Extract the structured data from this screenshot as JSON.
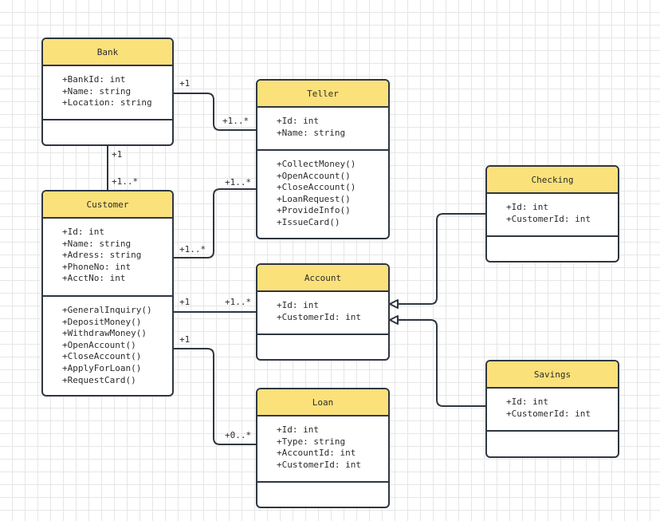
{
  "diagram": {
    "classes": {
      "bank": {
        "name": "Bank",
        "attributes": [
          "+BankId: int",
          "+Name: string",
          "+Location: string"
        ],
        "operations": []
      },
      "teller": {
        "name": "Teller",
        "attributes": [
          "+Id: int",
          "+Name: string"
        ],
        "operations": [
          "+CollectMoney()",
          "+OpenAccount()",
          "+CloseAccount()",
          "+LoanRequest()",
          "+ProvideInfo()",
          "+IssueCard()"
        ]
      },
      "customer": {
        "name": "Customer",
        "attributes": [
          "+Id: int",
          "+Name: string",
          "+Adress: string",
          "+PhoneNo: int",
          "+AcctNo: int"
        ],
        "operations": [
          "+GeneralInquiry()",
          "+DepositMoney()",
          "+WithdrawMoney()",
          "+OpenAccount()",
          "+CloseAccount()",
          "+ApplyForLoan()",
          "+RequestCard()"
        ]
      },
      "checking": {
        "name": "Checking",
        "attributes": [
          "+Id: int",
          "+CustomerId: int"
        ],
        "operations": []
      },
      "account": {
        "name": "Account",
        "attributes": [
          "+Id: int",
          "+CustomerId: int"
        ],
        "operations": []
      },
      "savings": {
        "name": "Savings",
        "attributes": [
          "+Id: int",
          "+CustomerId: int"
        ],
        "operations": []
      },
      "loan": {
        "name": "Loan",
        "attributes": [
          "+Id: int",
          "+Type: string",
          "+AccountId: int",
          "+CustomerId: int"
        ],
        "operations": []
      }
    },
    "multiplicities": {
      "bank_teller_src": "+1",
      "bank_teller_dst": "+1..*",
      "bank_customer_src": "+1",
      "bank_customer_dst": "+1..*",
      "customer_teller_src": "+1..*",
      "customer_teller_dst": "+1..*",
      "customer_account_src": "+1",
      "customer_account_dst": "+1..*",
      "customer_loan_src": "+1",
      "customer_loan_dst": "+0..*"
    }
  }
}
